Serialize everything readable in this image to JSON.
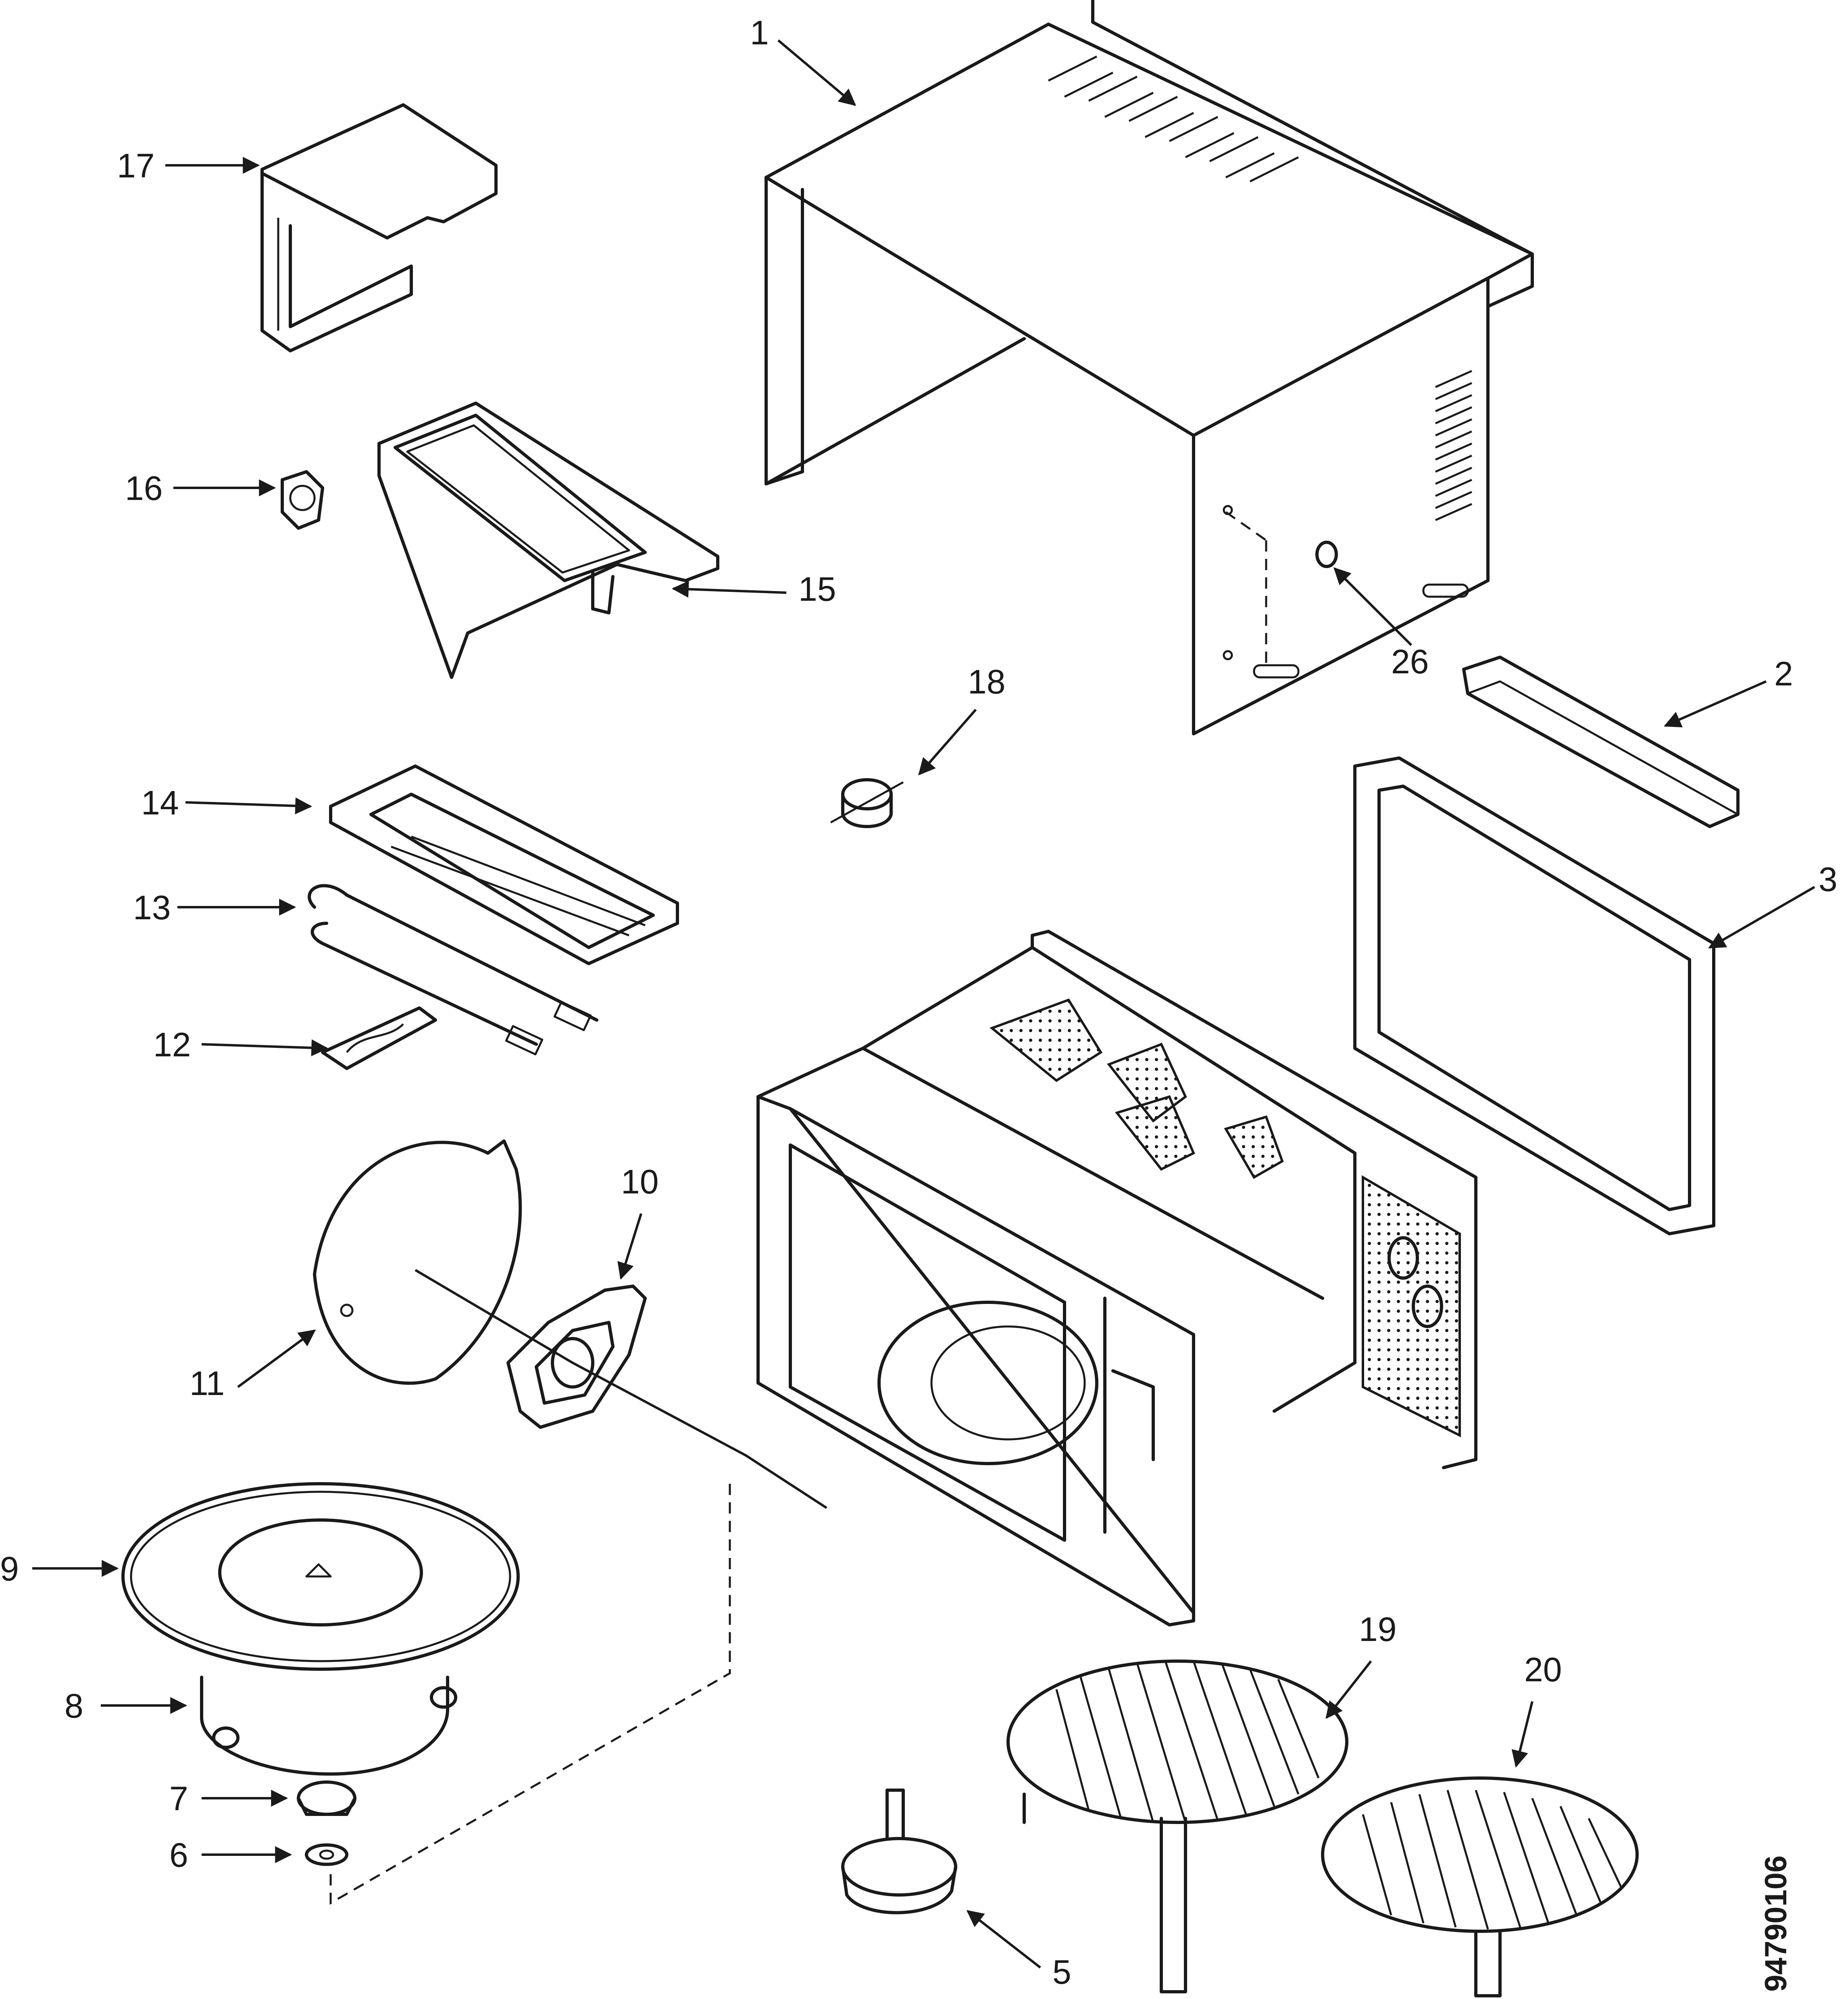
{
  "callouts": {
    "c1": "1",
    "c2": "2",
    "c3": "3",
    "c5": "5",
    "c6": "6",
    "c7": "7",
    "c8": "8",
    "c9": "9",
    "c10": "10",
    "c11": "11",
    "c12": "12",
    "c13": "13",
    "c14": "14",
    "c15": "15",
    "c16": "16",
    "c17": "17",
    "c18": "18",
    "c19": "19",
    "c20": "20",
    "c26": "26"
  },
  "drawing_code": "94790106"
}
